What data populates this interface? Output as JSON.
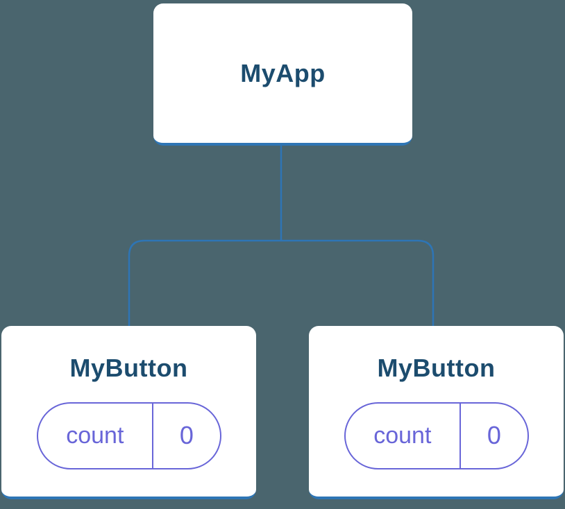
{
  "diagram": {
    "type": "component-tree",
    "root": {
      "label": "MyApp"
    },
    "children": [
      {
        "label": "MyButton",
        "state": {
          "key": "count",
          "value": "0"
        }
      },
      {
        "label": "MyButton",
        "state": {
          "key": "count",
          "value": "0"
        }
      }
    ],
    "colors": {
      "background": "#4a656e",
      "card_background": "#ffffff",
      "component_text": "#1c4c6e",
      "state_purple": "#6865d8",
      "connector_blue": "#2e75b5"
    }
  }
}
